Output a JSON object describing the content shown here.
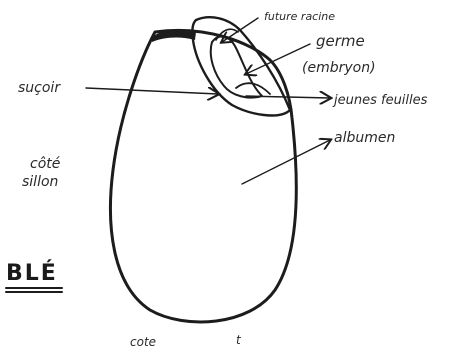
{
  "diagram": {
    "title": "BLÉ",
    "labels": {
      "future_root": "future racine",
      "germ": "germe",
      "embryo": "(embryon)",
      "young_leaves": "jeunes feuilles",
      "sucker": "suçoir",
      "albumen": "albumen",
      "side_groove_line1": "côté",
      "side_groove_line2": "sillon",
      "bottom_side": "cote",
      "bottom_mark": "t"
    },
    "colors": {
      "ink": "#1c1c1c",
      "background": "#ffffff"
    }
  }
}
